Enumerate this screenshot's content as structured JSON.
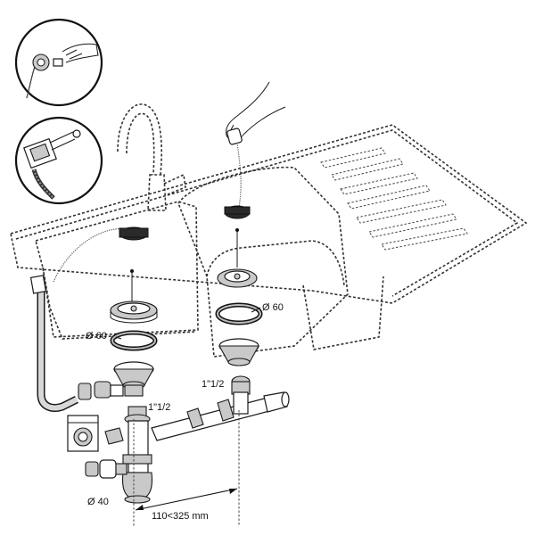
{
  "labels": {
    "diam_60_left": "Ø 60",
    "diam_60_right": "Ø 60",
    "thread_left": "1\"1/2",
    "thread_right": "1\"1/2",
    "diam_40": "Ø 40",
    "distance": "110<325 mm"
  },
  "icons": {
    "detail_top": "hose-clip-connection-icon",
    "detail_bottom": "overflow-hose-attachment-icon"
  },
  "colors": {
    "line": "#1a1a1a",
    "metal": "#c9c9c9",
    "stopper": "#2a2a2a"
  }
}
